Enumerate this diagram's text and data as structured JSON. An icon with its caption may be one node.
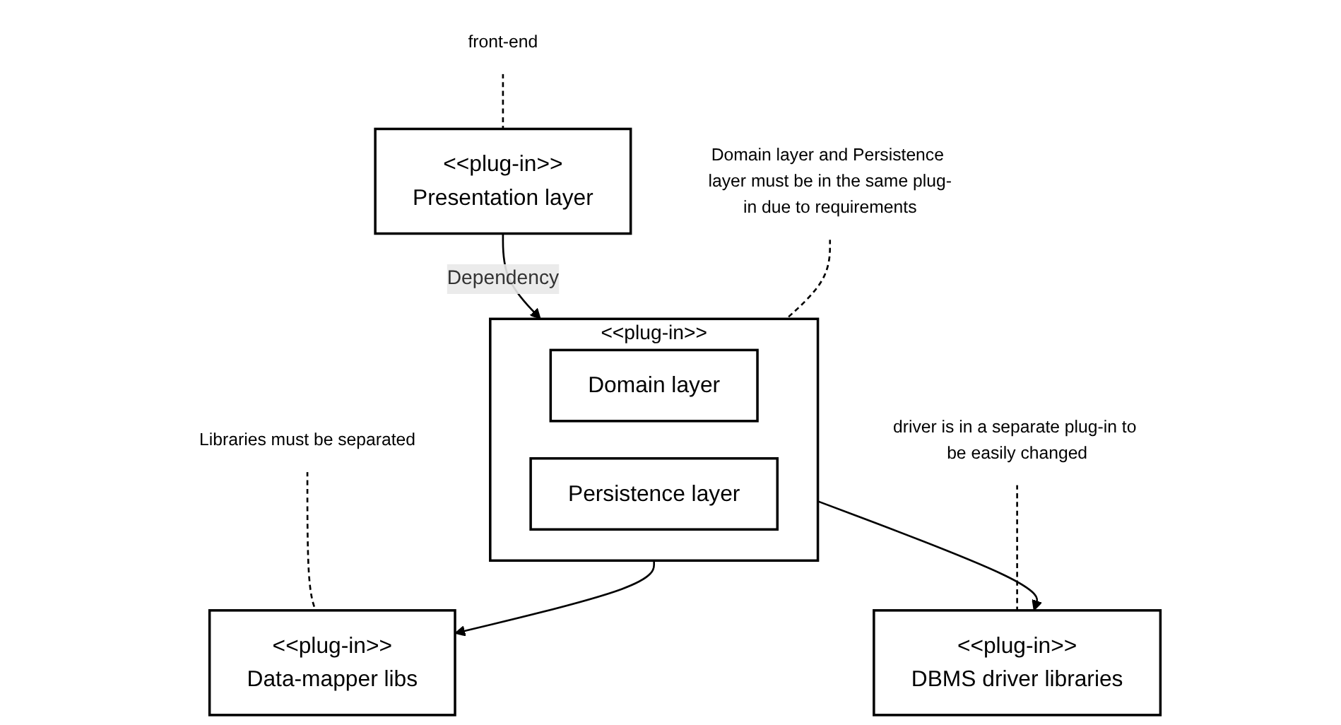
{
  "diagram": {
    "nodes": [
      {
        "text": [
          "<<plug-in>>",
          "Presentation layer"
        ]
      },
      {
        "text": [
          "front-end"
        ]
      },
      {
        "text": [
          "<<plug-in>>"
        ]
      },
      {
        "text": [
          "Domain layer"
        ],
        "in": 2
      },
      {
        "text": [
          "Persistence layer"
        ],
        "in": 2
      },
      {
        "text": [
          "Domain layer and Persistence layer must be in the same plug-in due to requirements"
        ]
      },
      {
        "text": [
          "<<plug-in>>",
          "Data-mapper libs"
        ]
      },
      {
        "text": [
          "<<plug-in>>",
          "DBMS driver libraries"
        ]
      },
      {
        "text": [
          "Libraries must be separated"
        ]
      },
      {
        "text": [
          "driver is in a separate plug-in to be easily changed"
        ]
      }
    ],
    "edges": [
      {
        "from": 0,
        "to": 2,
        "arrow": "to",
        "label": "Dependency"
      },
      {
        "from": 1,
        "to": 0,
        "arrow": "none",
        "style": "dashed"
      },
      {
        "from": 5,
        "to": 2,
        "arrow": "none",
        "style": "dashed"
      },
      {
        "from": 2,
        "to": 6,
        "arrow": "to"
      },
      {
        "from": 2,
        "to": 7,
        "arrow": "to"
      },
      {
        "from": 8,
        "to": 6,
        "arrow": "none",
        "style": "dashed"
      },
      {
        "from": 9,
        "to": 7,
        "arrow": "none",
        "style": "dashed"
      }
    ]
  }
}
